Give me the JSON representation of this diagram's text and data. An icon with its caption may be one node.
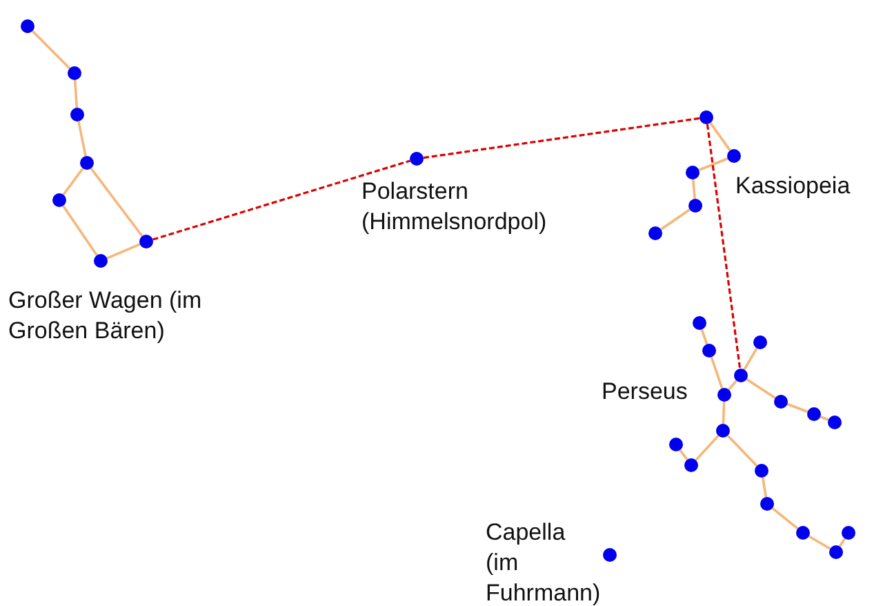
{
  "diagram": {
    "nodes": [
      {
        "text": [],
        "shape": "circle"
      },
      {
        "text": [],
        "shape": "circle"
      },
      {
        "text": [],
        "shape": "circle"
      },
      {
        "text": [],
        "shape": "circle"
      },
      {
        "text": [],
        "shape": "circle"
      },
      {
        "text": [],
        "shape": "circle"
      },
      {
        "text": [],
        "shape": "circle"
      },
      {
        "text": [],
        "shape": "circle",
        "beside": [
          "Polarstern (Himmelsnordpol)"
        ]
      },
      {
        "text": [],
        "shape": "circle"
      },
      {
        "text": [],
        "shape": "circle"
      },
      {
        "text": [],
        "shape": "circle"
      },
      {
        "text": [],
        "shape": "circle"
      },
      {
        "text": [],
        "shape": "circle"
      },
      {
        "text": [],
        "shape": "circle"
      },
      {
        "text": [],
        "shape": "circle"
      },
      {
        "text": [],
        "shape": "circle"
      },
      {
        "text": [],
        "shape": "circle"
      },
      {
        "text": [],
        "shape": "circle"
      },
      {
        "text": [],
        "shape": "circle"
      },
      {
        "text": [],
        "shape": "circle"
      },
      {
        "text": [],
        "shape": "circle"
      },
      {
        "text": [],
        "shape": "circle"
      },
      {
        "text": [],
        "shape": "circle"
      },
      {
        "text": [],
        "shape": "circle"
      },
      {
        "text": [],
        "shape": "circle"
      },
      {
        "text": [],
        "shape": "circle"
      },
      {
        "text": [],
        "shape": "circle"
      },
      {
        "text": [],
        "shape": "circle"
      },
      {
        "text": [],
        "shape": "circle"
      },
      {
        "text": [],
        "shape": "circle",
        "beside": [
          "Capella (im Fuhrmann)"
        ]
      }
    ],
    "edges": [
      {
        "from": 0,
        "to": 1,
        "arrow": "none"
      },
      {
        "from": 1,
        "to": 2,
        "arrow": "none"
      },
      {
        "from": 2,
        "to": 3,
        "arrow": "none"
      },
      {
        "from": 3,
        "to": 4,
        "arrow": "none"
      },
      {
        "from": 4,
        "to": 5,
        "arrow": "none"
      },
      {
        "from": 5,
        "to": 6,
        "arrow": "none"
      },
      {
        "from": 6,
        "to": 3,
        "arrow": "none"
      },
      {
        "from": 8,
        "to": 9,
        "arrow": "none"
      },
      {
        "from": 9,
        "to": 10,
        "arrow": "none"
      },
      {
        "from": 10,
        "to": 11,
        "arrow": "none"
      },
      {
        "from": 11,
        "to": 12,
        "arrow": "none"
      },
      {
        "from": 13,
        "to": 14,
        "arrow": "none"
      },
      {
        "from": 14,
        "to": 15,
        "arrow": "none"
      },
      {
        "from": 15,
        "to": 16,
        "arrow": "none"
      },
      {
        "from": 16,
        "to": 17,
        "arrow": "none"
      },
      {
        "from": 16,
        "to": 18,
        "arrow": "none"
      },
      {
        "from": 18,
        "to": 19,
        "arrow": "none"
      },
      {
        "from": 19,
        "to": 20,
        "arrow": "none"
      },
      {
        "from": 15,
        "to": 21,
        "arrow": "none"
      },
      {
        "from": 21,
        "to": 23,
        "arrow": "none"
      },
      {
        "from": 23,
        "to": 22,
        "arrow": "none"
      },
      {
        "from": 21,
        "to": 24,
        "arrow": "none"
      },
      {
        "from": 24,
        "to": 25,
        "arrow": "none"
      },
      {
        "from": 25,
        "to": 26,
        "arrow": "none"
      },
      {
        "from": 26,
        "to": 27,
        "arrow": "none"
      },
      {
        "from": 27,
        "to": 28,
        "arrow": "none"
      },
      {
        "from": 6,
        "to": 7,
        "arrow": "none",
        "style": "dashed",
        "color": "#dd0000"
      },
      {
        "from": 7,
        "to": 8,
        "arrow": "none",
        "style": "dashed",
        "color": "#dd0000"
      },
      {
        "from": 8,
        "to": 16,
        "arrow": "none",
        "style": "dashed",
        "color": "#dd0000"
      }
    ],
    "labels": [
      "Großer Wagen (im Großen Bären)",
      "Kassiopeia",
      "Perseus"
    ]
  }
}
